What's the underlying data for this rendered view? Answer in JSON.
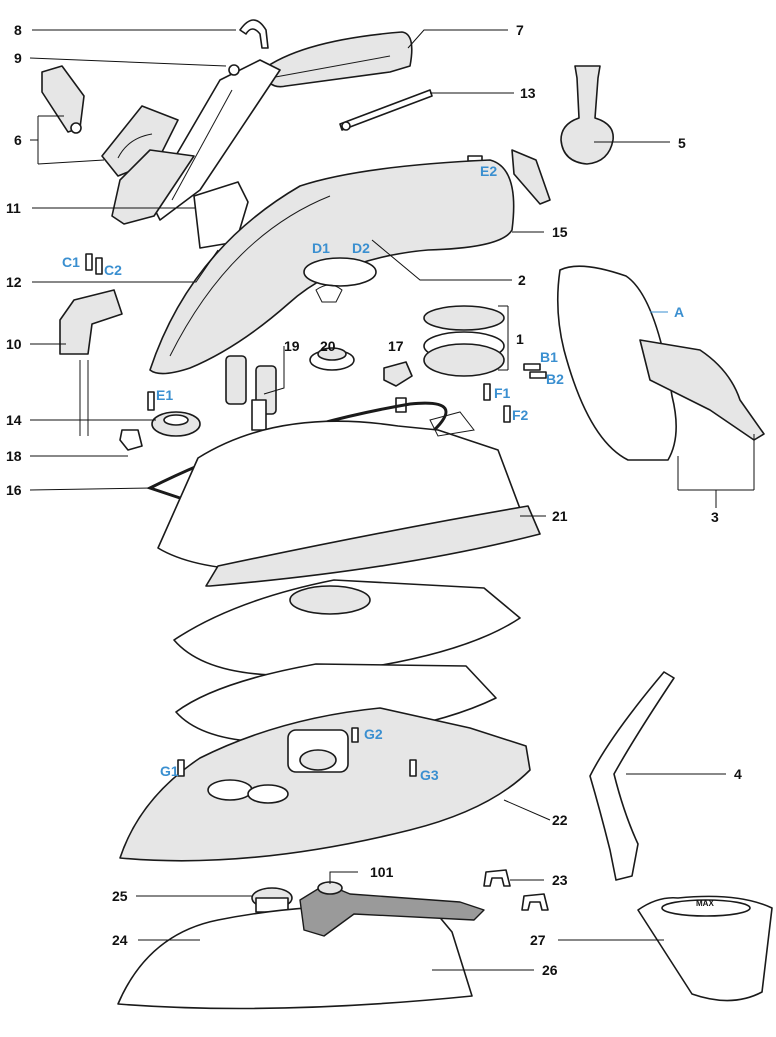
{
  "colors": {
    "black_label": "#111111",
    "blue_label": "#3a8fd0"
  },
  "callouts": {
    "n8": "8",
    "n9": "9",
    "n7": "7",
    "n6": "6",
    "n13": "13",
    "n5": "5",
    "n11": "11",
    "n15": "15",
    "n2": "2",
    "n12": "12",
    "n10": "10",
    "n19": "19",
    "n20": "20",
    "n17": "17",
    "n1": "1",
    "n14": "14",
    "n18": "18",
    "n16": "16",
    "n21": "21",
    "n3": "3",
    "n4": "4",
    "n22": "22",
    "n101": "101",
    "n23": "23",
    "n25": "25",
    "n24": "24",
    "n26": "26",
    "n27": "27",
    "e2": "E2",
    "d1": "D1",
    "d2": "D2",
    "c1": "C1",
    "c2": "C2",
    "e1": "E1",
    "b1": "B1",
    "b2": "B2",
    "f1": "F1",
    "f2": "F2",
    "a": "A",
    "g1": "G1",
    "g2": "G2",
    "g3": "G3"
  },
  "measuring_cup": {
    "max_label": "MAX"
  }
}
